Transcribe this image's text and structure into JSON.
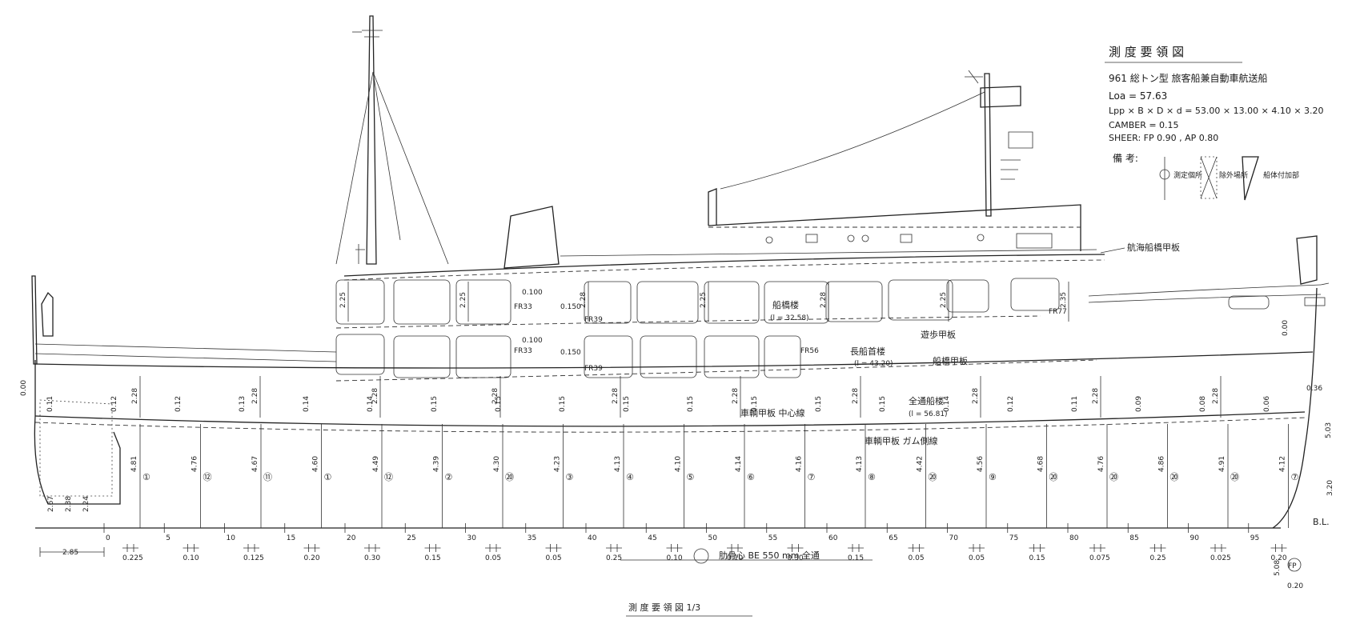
{
  "title_block": {
    "title": "測 度 要 領 図",
    "vessel": "961 総トン型 旅客船兼自動車航送船",
    "loa": "Loa = 57.63",
    "dims": "Lpp × B × D × d = 53.00 × 13.00 × 4.10 × 3.20",
    "camber": "CAMBER = 0.15",
    "sheer": "SHEER:   FP 0.90 ,  AP 0.80",
    "legend_label": "備 考:",
    "legend_items": [
      "測定個所",
      "除外場所",
      "船体付加部"
    ]
  },
  "deck_labels": {
    "navigation_bridge_deck": "航海船橋甲板",
    "promenade_deck": "遊歩甲板",
    "bridge_deck": "船橋甲板",
    "vehicle_deck_center": "車輌甲板\n中心線",
    "vehicle_deck_side": "車輌甲板\nガム側線"
  },
  "superstructure_labels": {
    "bridge_house": "船橋楼",
    "bridge_house_len": "(l = 32.58)",
    "long_poop": "長船首楼",
    "long_poop_len": "(l = 43.20)",
    "full_superstructure": "全通船楼",
    "full_superstructure_len": "(l = 56.81)"
  },
  "frame_labels": [
    "FR33",
    "FR33",
    "FR39",
    "FR39",
    "FR56",
    "FR77"
  ],
  "frames": [
    "0",
    "5",
    "10",
    "15",
    "20",
    "25",
    "30",
    "35",
    "40",
    "45",
    "50",
    "55",
    "60",
    "65",
    "70",
    "75",
    "80",
    "85",
    "90",
    "95"
  ],
  "bottom_deductions": [
    "0.225",
    "0.10",
    "0.125",
    "0.20",
    "0.30",
    "0.15",
    "0.05",
    "0.05",
    "0.25",
    "0.10",
    "0.10",
    "0.30",
    "0.15",
    "0.05",
    "0.05",
    "0.15",
    "0.075",
    "0.25",
    "0.025",
    "0.20"
  ],
  "depth_values": [
    "4.81",
    "4.76",
    "4.67",
    "4.60",
    "4.49",
    "4.39",
    "4.30",
    "4.23",
    "4.13",
    "4.10",
    "4.14",
    "4.16",
    "4.13",
    "4.42",
    "4.56",
    "4.68",
    "4.76",
    "4.86",
    "4.91",
    "4.12"
  ],
  "station_marks": [
    "①",
    "⑫",
    "⑪",
    "①",
    "⑫",
    "②",
    "⑳",
    "③",
    "④",
    "⑤",
    "⑥",
    "⑦",
    "⑧",
    "⑳",
    "⑨",
    "⑳",
    "⑳",
    "⑳",
    "⑳",
    "⑦"
  ],
  "side_heights": [
    "2.28",
    "2.28",
    "2.28",
    "2.28",
    "2.28",
    "2.28",
    "2.28",
    "2.28",
    "2.28",
    "2.28"
  ],
  "upper_heights": [
    "2.25",
    "2.25",
    "2.28",
    "2.25",
    "2.28",
    "2.25",
    "2.35"
  ],
  "camber_marks": [
    "0.11",
    "0.12",
    "0.12",
    "0.13",
    "0.14",
    "0.14",
    "0.15",
    "0.15",
    "0.15",
    "0.15",
    "0.15",
    "0.15",
    "0.15",
    "0.15",
    "0.14",
    "0.12",
    "0.11",
    "0.09",
    "0.08",
    "0.06"
  ],
  "misc": {
    "aft_length": "2.85",
    "stern_values": [
      "2.67",
      "2.38",
      "2.24"
    ],
    "bl": "B.L.",
    "draft_right": "3.20",
    "fp": "FP",
    "fp_offset": "5.08",
    "fp_bottom": "0.20",
    "bow_top": "0.00",
    "bow_h": "0.36",
    "bow_h2": "5.03",
    "upper_small": [
      "0.100",
      "0.100",
      "0.150",
      "0.150"
    ],
    "aft_top": "0.00",
    "beam_note": "肋骨心 BE 550 mm 全通",
    "scale_title": "測 度 要 領 図  1/3"
  }
}
